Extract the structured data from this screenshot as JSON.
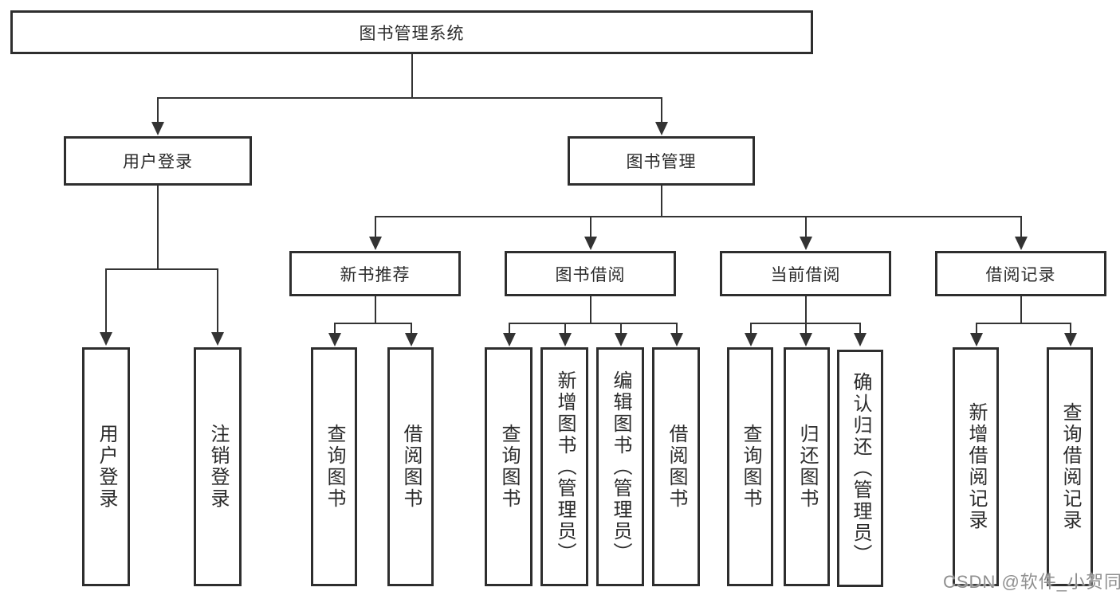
{
  "diagram": {
    "root": {
      "label": "图书管理系统"
    },
    "branches": [
      {
        "label": "用户登录",
        "children": [
          {
            "label": "用户登录"
          },
          {
            "label": "注销登录"
          }
        ]
      },
      {
        "label": "图书管理",
        "children": [
          {
            "label": "新书推荐",
            "children": [
              {
                "label": "查询图书"
              },
              {
                "label": "借阅图书"
              }
            ]
          },
          {
            "label": "图书借阅",
            "children": [
              {
                "label": "查询图书"
              },
              {
                "label": "新增图书（管理员）"
              },
              {
                "label": "编辑图书（管理员）"
              },
              {
                "label": "借阅图书"
              }
            ]
          },
          {
            "label": "当前借阅",
            "children": [
              {
                "label": "查询图书"
              },
              {
                "label": "归还图书"
              },
              {
                "label": "确认归还（管理员）"
              }
            ]
          },
          {
            "label": "借阅记录",
            "children": [
              {
                "label": "新增借阅记录"
              },
              {
                "label": "查询借阅记录"
              }
            ]
          }
        ]
      }
    ]
  },
  "watermark": "CSDN @软件_小贺同学",
  "colors": {
    "line": "#333333",
    "border": "#2e2e2e",
    "text": "#2b2b2b",
    "watermark": "#8f8f8f",
    "background": "#ffffff"
  }
}
